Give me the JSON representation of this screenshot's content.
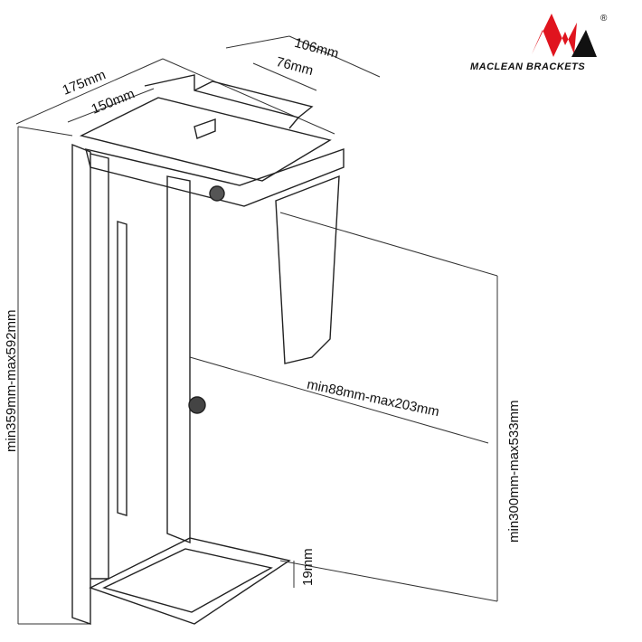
{
  "logo": {
    "brand": "MACLEAN BRACKETS",
    "mark": "®",
    "colors": {
      "red": "#e0141e",
      "black": "#111111"
    }
  },
  "dimensions": {
    "depth_outer": "175mm",
    "depth_inner": "150mm",
    "top_plate_outer": "106mm",
    "top_plate_inner": "76mm",
    "total_height": "min359mm-max592mm",
    "width_range": "min88mm-max203mm",
    "device_height": "min300mm-max533mm",
    "base_lip": "19mm"
  }
}
